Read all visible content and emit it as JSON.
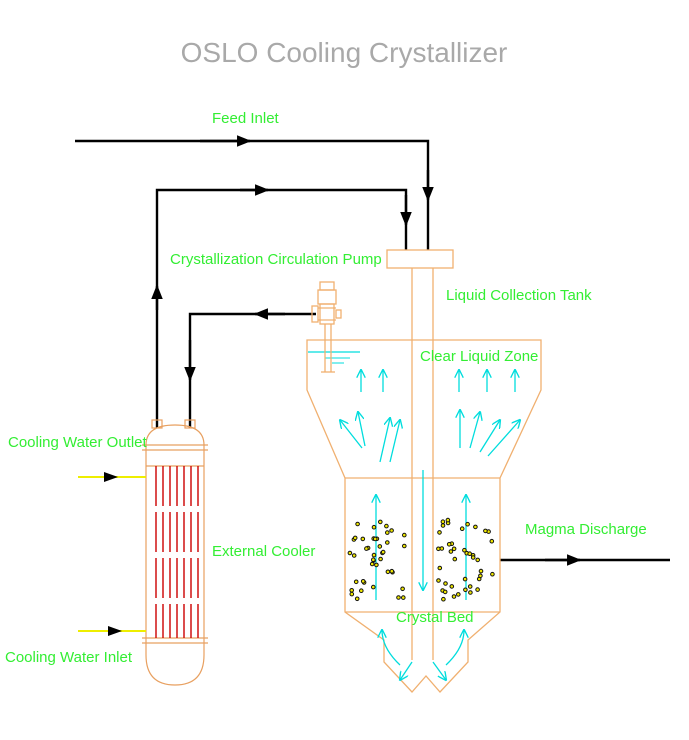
{
  "title": "OSLO Cooling Crystallizer",
  "labels": {
    "feed_inlet": "Feed Inlet",
    "circulation_pump": "Crystallization Circulation Pump",
    "liquid_collection_tank": "Liquid Collection Tank",
    "clear_liquid_zone": "Clear Liquid Zone",
    "cooling_water_outlet": "Cooling Water Outlet",
    "external_cooler": "External Cooler",
    "magma_discharge": "Magma Discharge",
    "crystal_bed": "Crystal Bed",
    "cooling_water_inlet": "Cooling Water Inlet"
  },
  "colors": {
    "title": "#a9a9a9",
    "label": "#33ee33",
    "pipe": "#000000",
    "vessel_outline": "#f0b070",
    "cooler_tubes": "#cc0000",
    "flow_arrows": "#00dddd",
    "cooling_water_lines": "#eeee00",
    "crystal_particles": "#f0e800"
  }
}
